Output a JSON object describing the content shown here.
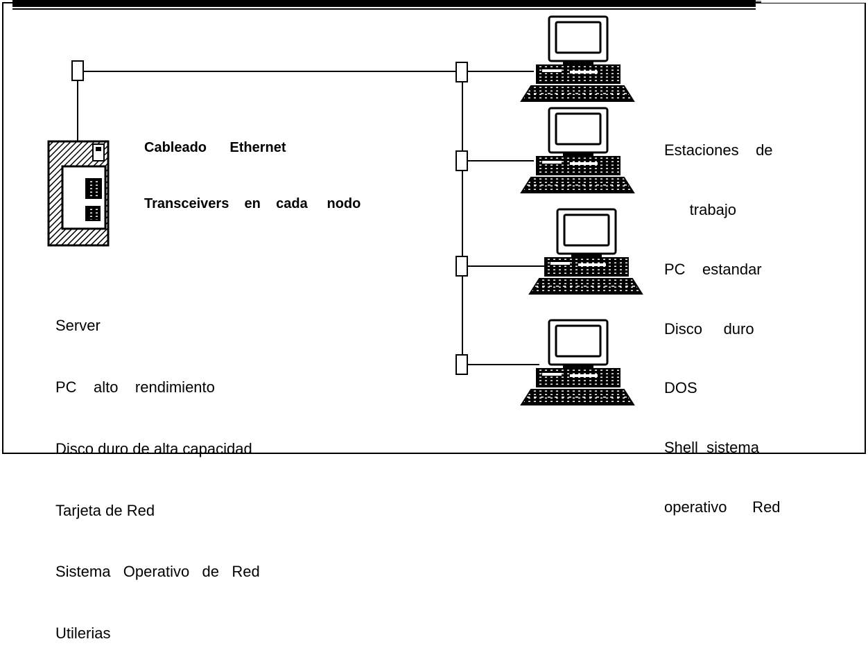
{
  "cable_labels": {
    "line1": "Cableado      Ethernet",
    "line2": "Transceivers    en    cada     nodo"
  },
  "server_labels": {
    "line1": "Server",
    "line2": "PC    alto    rendimiento",
    "line3": "Disco duro de alta capacidad",
    "line4": "Tarjeta de Red",
    "line5": "Sistema   Operativo   de   Red",
    "line6": "Utilerias"
  },
  "workstation_labels": {
    "line1": "Estaciones    de",
    "line2": "      trabajo",
    "line3": "PC    estandar",
    "line4": "Disco     duro",
    "line5": "DOS",
    "line6": "Shell  sistema",
    "line7": "operativo      Red"
  }
}
